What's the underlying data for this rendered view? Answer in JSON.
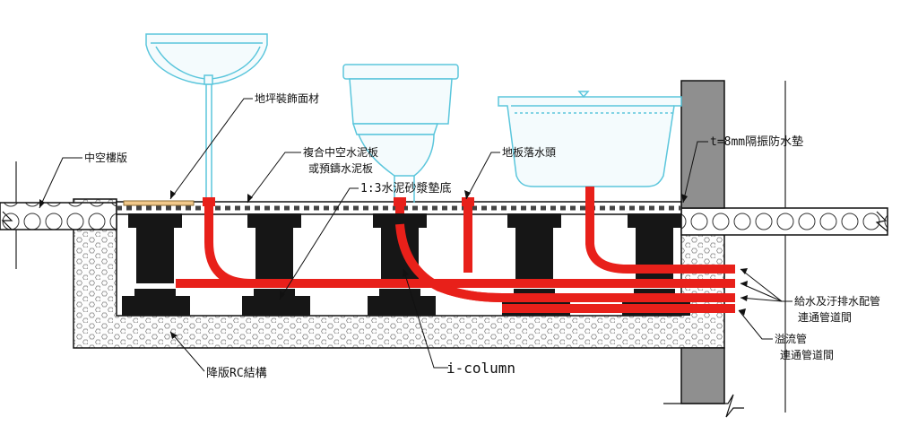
{
  "labels": {
    "hollow_slab": "中空樓版",
    "floor_finish": "地坪裝飾面材",
    "composite_board_1": "複合中空水泥板",
    "composite_board_2": "或預鑄水泥板",
    "mortar": "1:3水泥砂漿墊底",
    "floor_drain": "地板落水頭",
    "isolation_pad": "t=8mm隔振防水墊",
    "supply_drain_1": "給水及汙排水配管",
    "supply_drain_2": "連通管道間",
    "overflow_1": "溢流管",
    "overflow_2": "連通管道間",
    "lowered_slab": "降版RC結構",
    "i_column": "i-column"
  },
  "colors": {
    "pipe": "#e8201a",
    "fixture": "#5bc6dc",
    "wall": "#8f8f8f",
    "column": "#161616",
    "line": "#111111"
  },
  "icons": [
    "washbasin-icon",
    "toilet-icon",
    "bathtub-icon"
  ]
}
